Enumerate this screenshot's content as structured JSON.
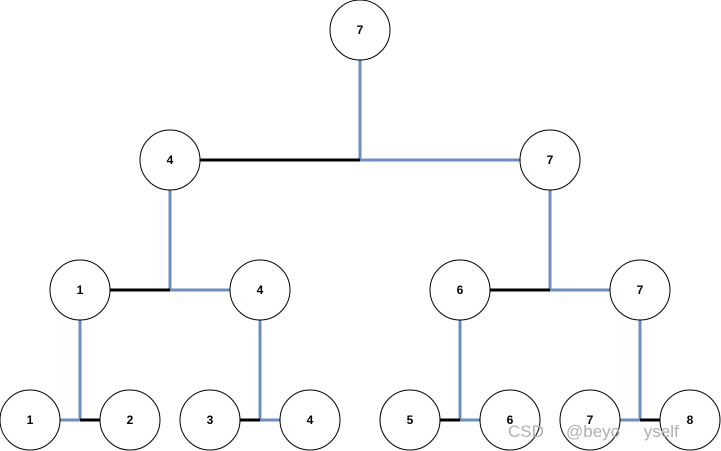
{
  "colors": {
    "blue_edge": "#6c8ebf",
    "black_edge": "#000000",
    "node_fill": "#ffffff",
    "node_stroke": "#000000"
  },
  "tree": {
    "root": {
      "value": "7"
    },
    "level1": [
      {
        "value": "4"
      },
      {
        "value": "7"
      }
    ],
    "level2": [
      {
        "value": "1"
      },
      {
        "value": "4"
      },
      {
        "value": "6"
      },
      {
        "value": "7"
      }
    ],
    "level3": [
      {
        "value": "1"
      },
      {
        "value": "2"
      },
      {
        "value": "3"
      },
      {
        "value": "4"
      },
      {
        "value": "5"
      },
      {
        "value": "6"
      },
      {
        "value": "7"
      },
      {
        "value": "8"
      }
    ]
  },
  "watermark": {
    "left": "CSD",
    "right": "@beyo     yself"
  }
}
